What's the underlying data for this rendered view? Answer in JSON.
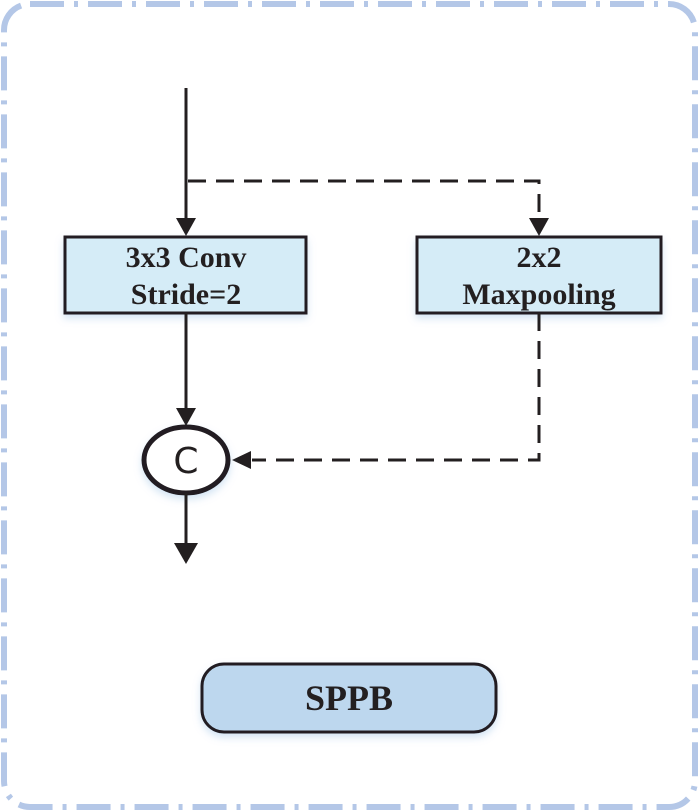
{
  "diagram": {
    "title": "SPPB",
    "colors": {
      "frame_border": "#b4c7e7",
      "box_fill": "#d5ecf7",
      "title_fill": "#bdd7ee",
      "stroke": "#231f20"
    },
    "nodes": {
      "conv": {
        "line1": "3x3 Conv",
        "line2": "Stride=2"
      },
      "pool": {
        "line1": "2x2",
        "line2": "Maxpooling"
      },
      "concat": {
        "label": "C"
      }
    },
    "edges": [
      {
        "from": "input",
        "to": "conv",
        "style": "solid"
      },
      {
        "from": "input",
        "to": "pool",
        "style": "dashed"
      },
      {
        "from": "conv",
        "to": "concat",
        "style": "solid"
      },
      {
        "from": "pool",
        "to": "concat",
        "style": "dashed"
      },
      {
        "from": "concat",
        "to": "output",
        "style": "solid"
      }
    ]
  }
}
